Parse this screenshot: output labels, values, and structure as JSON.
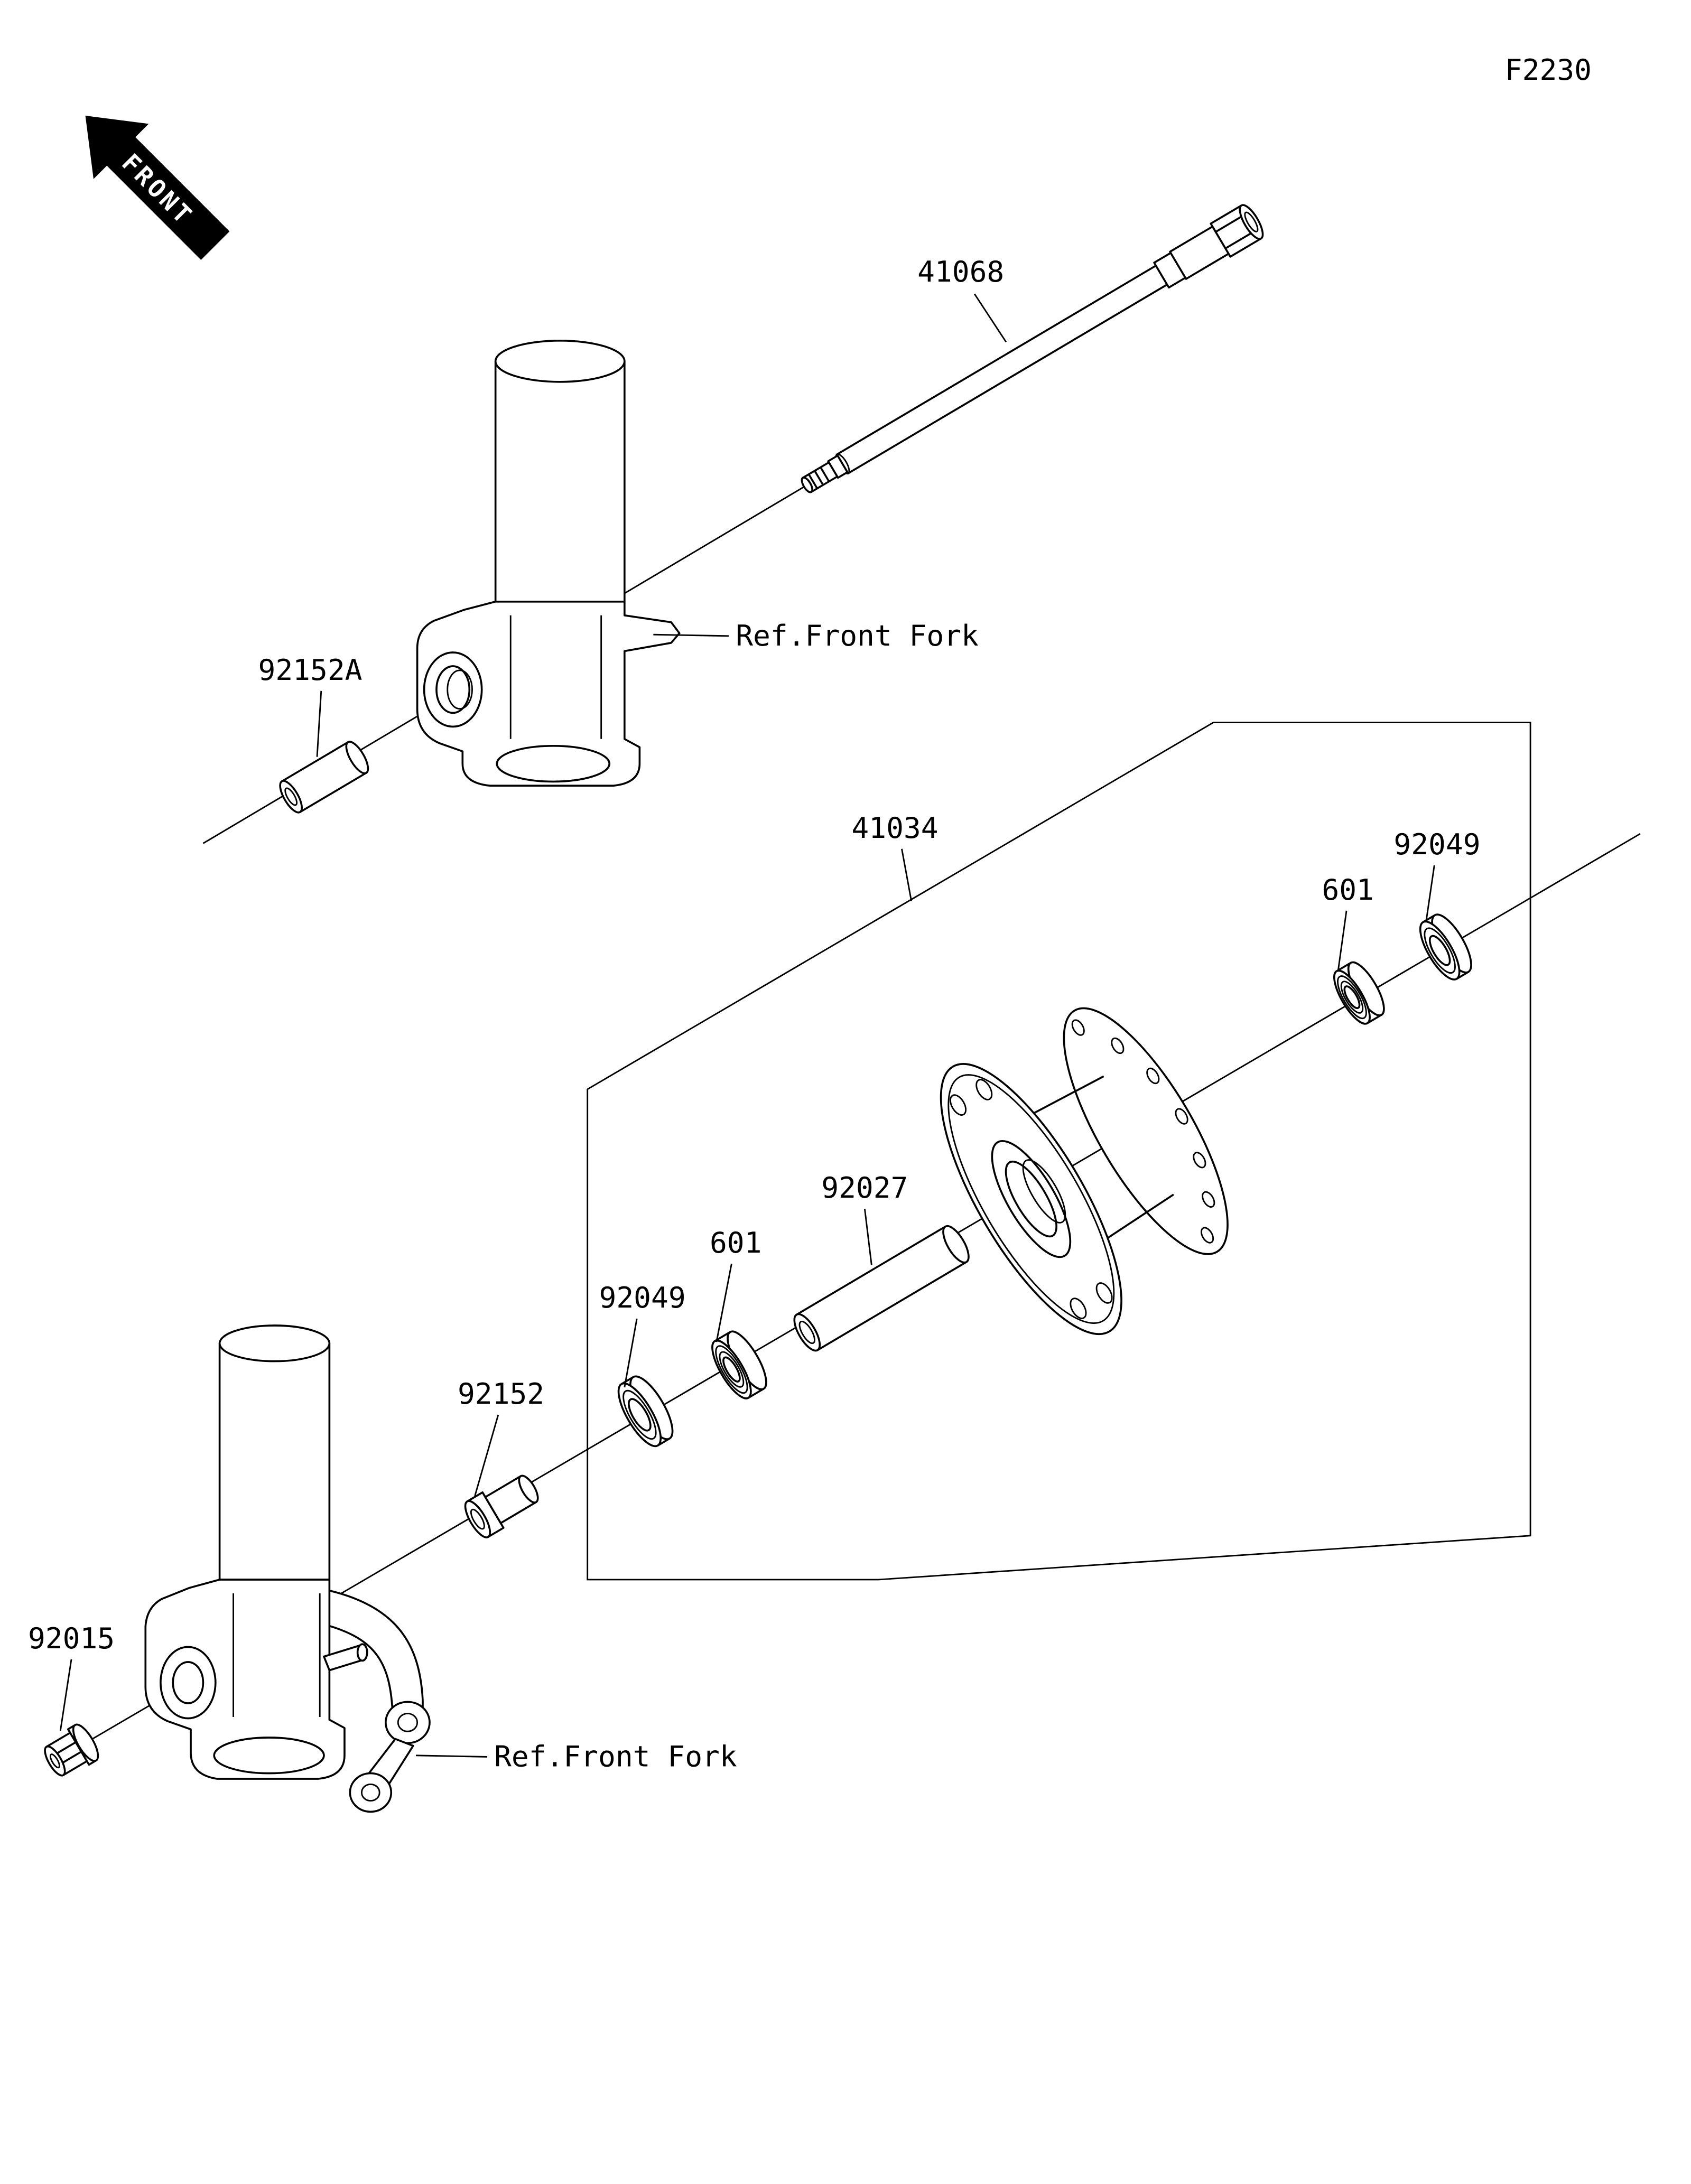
{
  "figure": {
    "code": "F2230"
  },
  "front_marker": {
    "label": "FRONT"
  },
  "callouts": {
    "axle": "41068",
    "collar_92152a": "92152A",
    "ref_front_fork_upper": "Ref.Front Fork",
    "hub": "41034",
    "seal_right": "92049",
    "bearing_right": "601",
    "spacer_92027": "92027",
    "bearing_left": "601",
    "seal_left": "92049",
    "collar_92152": "92152",
    "nut": "92015",
    "ref_front_fork_lower": "Ref.Front Fork"
  },
  "colors": {
    "line": "#000000",
    "background": "#ffffff"
  }
}
